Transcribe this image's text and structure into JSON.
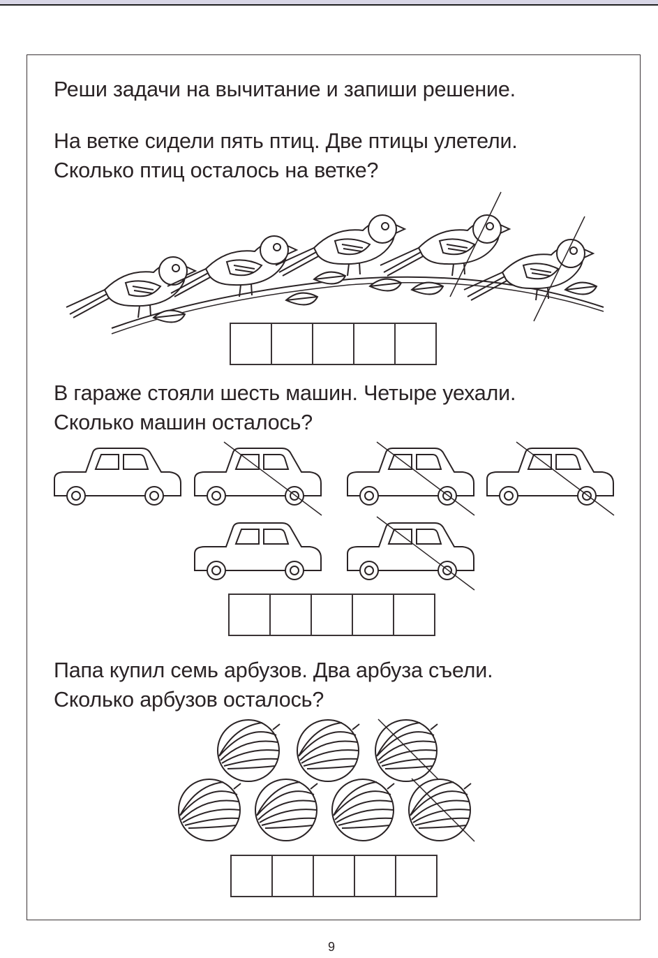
{
  "title": "Реши задачи на вычитание и запиши решение.",
  "task1": {
    "line1": "На ветке сидели пять птиц. Две птицы улетели.",
    "line2": "Сколько птиц осталось на ветке?",
    "birds_total": 5,
    "birds_crossed": [
      false,
      false,
      false,
      true,
      true
    ],
    "answer_cells": 5
  },
  "task2": {
    "line1": "В гараже стояли шесть машин. Четыре уехали.",
    "line2": "Сколько машин осталось?",
    "cars_total": 6,
    "cars_crossed": [
      false,
      true,
      true,
      true,
      false,
      true
    ],
    "answer_cells": 5
  },
  "task3": {
    "line1": "Папа купил семь арбузов. Два арбуза съели.",
    "line2": "Сколько арбузов осталось?",
    "melons_total": 7,
    "melons_crossed": [
      false,
      false,
      true,
      false,
      false,
      false,
      true
    ],
    "answer_cells": 5
  },
  "page_number": "9"
}
